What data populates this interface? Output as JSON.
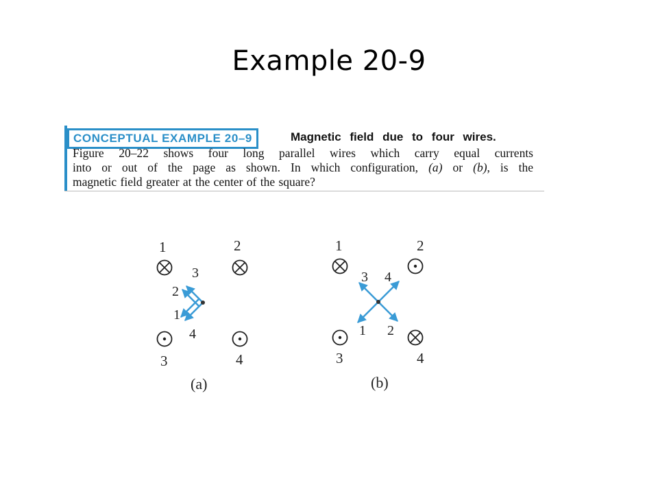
{
  "slide": {
    "title": "Example 20-9"
  },
  "problem": {
    "label": "CONCEPTUAL EXAMPLE 20–9",
    "heading": "Magnetic field due to four wires.",
    "lines": [
      "Figure 20–22 shows four long parallel wires which carry equal currents",
      "into or out of the page as shown. In which configuration,",
      "magnetic field greater at the center of the square?"
    ],
    "line2_option_a": "(a)",
    "line2_or": " or ",
    "line2_option_b": "(b)",
    "line2_tail": ", is the"
  },
  "figure_a": {
    "caption": "(a)",
    "wire_labels": [
      "1",
      "2",
      "3",
      "4"
    ],
    "wire_directions": [
      "into page",
      "into page",
      "out of page",
      "out of page"
    ],
    "field_labels": [
      "3",
      "2",
      "1",
      "4"
    ]
  },
  "figure_b": {
    "caption": "(b)",
    "wire_labels": [
      "1",
      "2",
      "3",
      "4"
    ],
    "wire_directions": [
      "into page",
      "out of page",
      "out of page",
      "into page"
    ],
    "field_labels": [
      "3",
      "4",
      "1",
      "2"
    ]
  },
  "colors": {
    "accent": "#2a8fc8",
    "arrow": "#3a9bd6",
    "ink": "#222222"
  }
}
